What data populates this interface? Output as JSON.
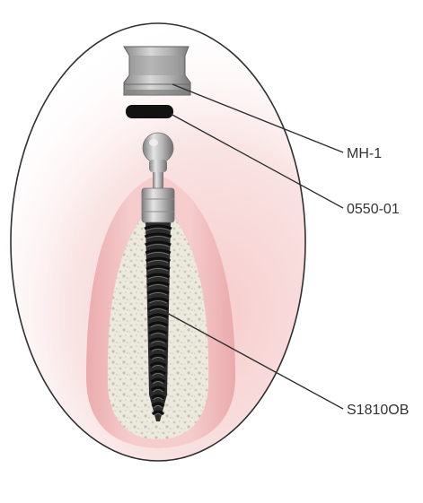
{
  "diagram": {
    "labels": {
      "cap": "MH-1",
      "ring": "0550-01",
      "implant": "S1810OB"
    },
    "colors": {
      "outline": "#333333",
      "gum": "#f2c6c6",
      "bone": "#e9e6dc",
      "thread": "#2a2a2a",
      "metal": "#b5b5b5"
    }
  }
}
